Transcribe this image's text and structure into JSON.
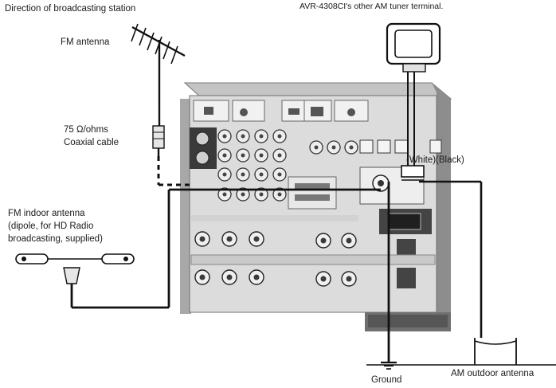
{
  "labels": {
    "direction": "Direction of broadcasting station",
    "am_tuner_note": "AVR-4308CI's other AM tuner terminal.",
    "fm_antenna": "FM antenna",
    "coax_line1": "75 Ω/ohms",
    "coax_line2": "Coaxial cable",
    "indoor_line1": "FM indoor antenna",
    "indoor_line2": "(dipole, for HD Radio",
    "indoor_line3": "broadcasting, supplied)",
    "white_black": "(White)(Black)",
    "ground": "Ground",
    "am_outdoor": "AM outdoor antenna"
  },
  "colors": {
    "line": "#111111",
    "panel_face": "#dcdcdc",
    "panel_side": "#9a9a9a",
    "panel_dark": "#4a4a4a"
  }
}
